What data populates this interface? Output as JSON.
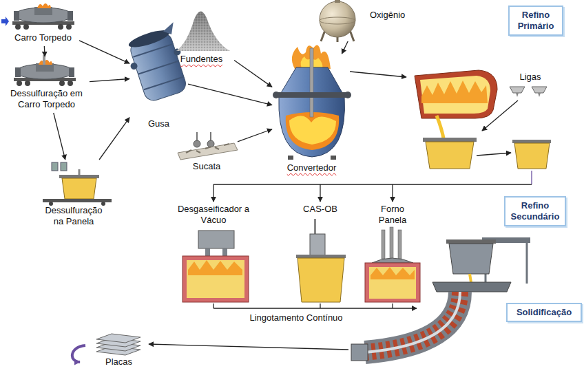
{
  "diagram": {
    "nodes": [
      {
        "text": [
          "Carro Torpedo"
        ]
      },
      {
        "text": [
          "Fundentes"
        ]
      },
      {
        "text": [
          "Oxigênio"
        ]
      },
      {
        "text": [
          "Refino Primário"
        ]
      },
      {
        "text": [
          "Gusa"
        ]
      },
      {
        "text": [
          "Dessulfuração em Carro Torpedo"
        ]
      },
      {
        "text": [
          "Ligas"
        ]
      },
      {
        "text": [
          "Sucata"
        ]
      },
      {
        "text": [
          "Convertedor"
        ]
      },
      {
        "text": [
          "Dessulfuração na Panela"
        ]
      },
      {
        "text": [
          "Refino Secundário"
        ]
      },
      {
        "text": [
          "Desgaseificador a Vácuo"
        ]
      },
      {
        "text": [
          "CAS-OB"
        ]
      },
      {
        "text": [
          "Forno Panela"
        ]
      },
      {
        "text": [
          "Solidificação"
        ]
      },
      {
        "text": [
          "Placas"
        ]
      }
    ],
    "edges": [
      {
        "from": 0,
        "to": 5,
        "arrow": "to"
      },
      {
        "from": 0,
        "to": 4,
        "arrow": "to"
      },
      {
        "from": 5,
        "to": 4,
        "arrow": "to"
      },
      {
        "from": 5,
        "to": 9,
        "arrow": "to"
      },
      {
        "from": 9,
        "to": 4,
        "arrow": "to"
      },
      {
        "from": 4,
        "to": 8,
        "arrow": "to"
      },
      {
        "from": 1,
        "to": 8,
        "arrow": "to"
      },
      {
        "from": 2,
        "to": 8,
        "arrow": "to"
      },
      {
        "from": 7,
        "to": 8,
        "arrow": "to"
      }
    ],
    "labels": [
      "Lingotamento Contínuo"
    ]
  }
}
